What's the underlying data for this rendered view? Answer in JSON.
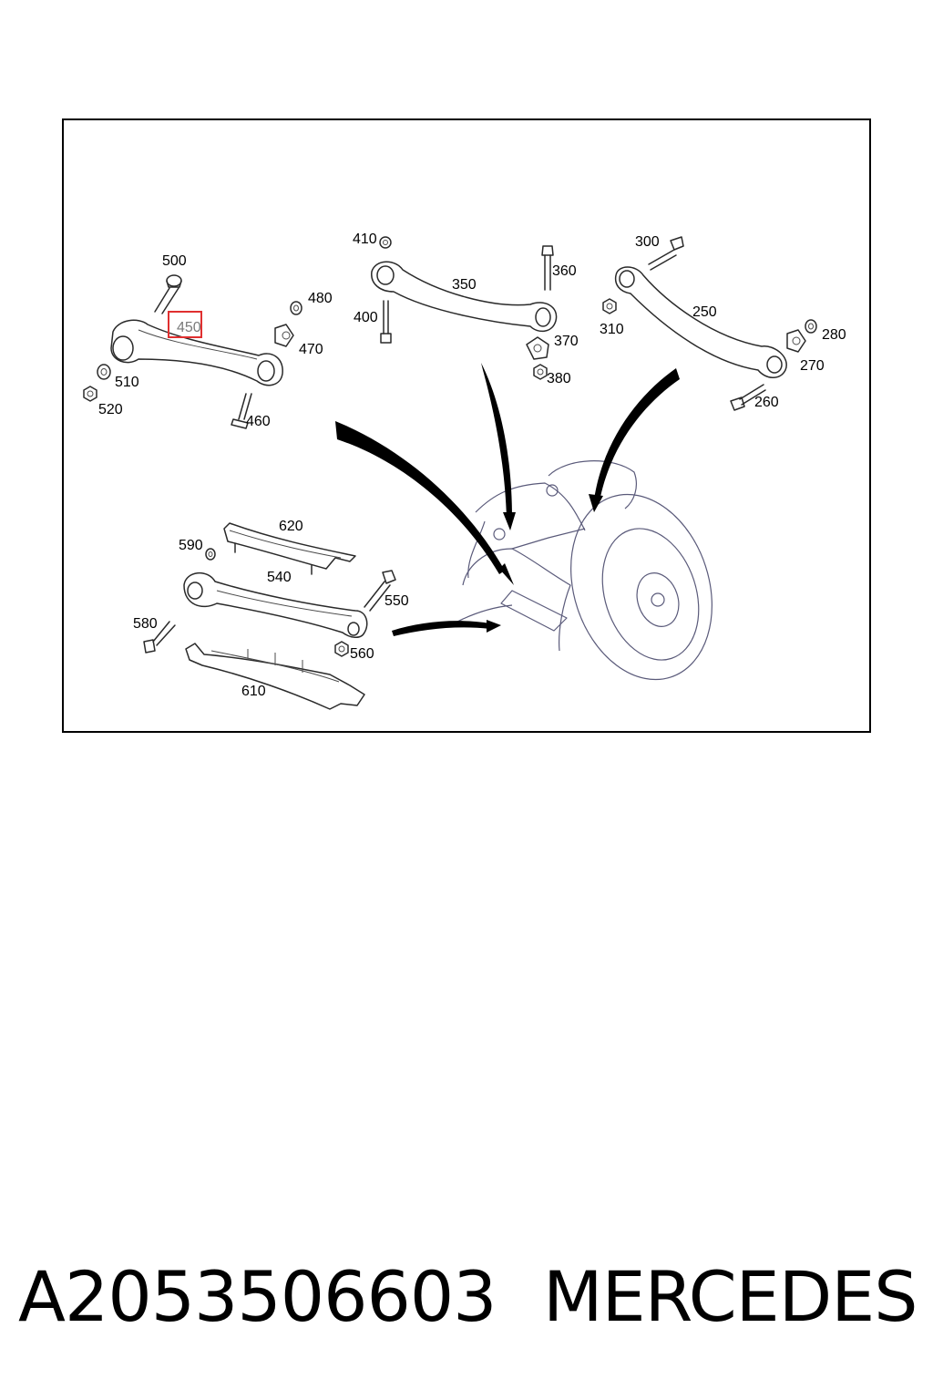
{
  "diagram": {
    "labels": {
      "l500": "500",
      "l450": "450",
      "l480": "480",
      "l470": "470",
      "l510": "510",
      "l520": "520",
      "l460": "460",
      "l410": "410",
      "l350": "350",
      "l360": "360",
      "l400": "400",
      "l370": "370",
      "l380": "380",
      "l300": "300",
      "l250": "250",
      "l310": "310",
      "l280": "280",
      "l270": "270",
      "l260": "260",
      "l620": "620",
      "l590": "590",
      "l540": "540",
      "l550": "550",
      "l580": "580",
      "l560": "560",
      "l610": "610"
    },
    "highlight_color": "#e03030"
  },
  "footer": {
    "part_number": "A2053506603",
    "brand": "MERCEDES"
  }
}
